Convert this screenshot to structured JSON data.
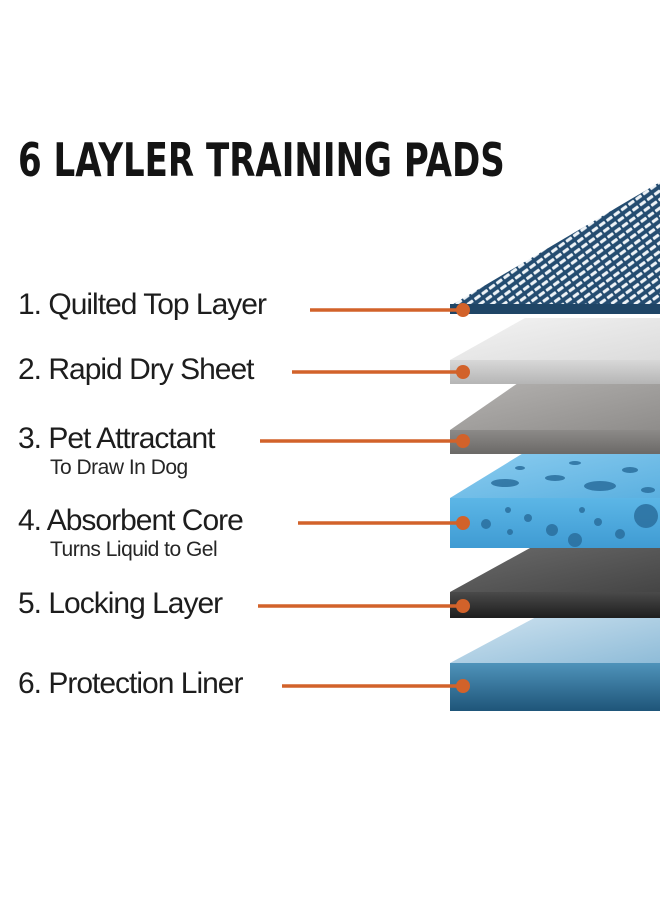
{
  "title": "6 LAYLER TRAINING PADS",
  "accent_color": "#d2622a",
  "layers": [
    {
      "label": "1. Quilted Top Layer",
      "sublabel": "",
      "color": "#264e73",
      "texture": "quilted-mesh"
    },
    {
      "label": "2. Rapid Dry Sheet",
      "sublabel": "",
      "color": "#cfcfcf",
      "texture": "plain"
    },
    {
      "label": "3. Pet Attractant",
      "sublabel": "To Draw In Dog",
      "color": "#8a8886",
      "texture": "plain"
    },
    {
      "label": "4. Absorbent Core",
      "sublabel": "Turns Liquid to Gel",
      "color": "#5aaedc",
      "texture": "bubbles"
    },
    {
      "label": "5. Locking Layer",
      "sublabel": "",
      "color": "#4a4a4a",
      "texture": "plain"
    },
    {
      "label": "6. Protection Liner",
      "sublabel": "",
      "color": "#4f8fb5",
      "texture": "plain"
    }
  ]
}
